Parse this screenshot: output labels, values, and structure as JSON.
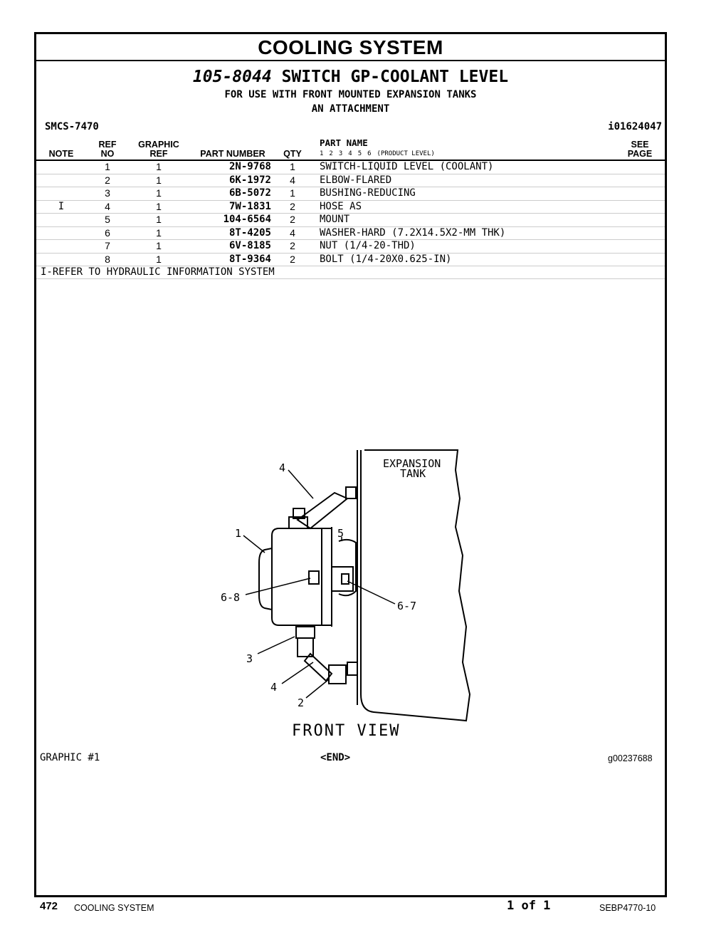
{
  "page_title": "COOLING SYSTEM",
  "group": {
    "number": "105-8044",
    "name": "SWITCH GP-COOLANT LEVEL",
    "subtitle1": "FOR USE WITH FRONT MOUNTED EXPANSION TANKS",
    "subtitle2": "AN ATTACHMENT"
  },
  "smcs": "SMCS-7470",
  "illustration_id": "i01624047",
  "table": {
    "headers": {
      "note": "NOTE",
      "ref_top": "REF",
      "ref_bottom": "NO",
      "graphic_top": "GRAPHIC",
      "graphic_bottom": "REF",
      "part_number": "PART NUMBER",
      "qty": "QTY",
      "part_name": "PART NAME",
      "product_levels": [
        "1",
        "2",
        "3",
        "4",
        "5",
        "6"
      ],
      "product_level_label": "(PRODUCT LEVEL)",
      "see_top": "SEE",
      "see_bottom": "PAGE"
    },
    "rows": [
      {
        "note": "",
        "ref": "1",
        "graphic": "1",
        "part_number": "2N-9768",
        "qty": "1",
        "name": "SWITCH-LIQUID LEVEL (COOLANT)"
      },
      {
        "note": "",
        "ref": "2",
        "graphic": "1",
        "part_number": "6K-1972",
        "qty": "4",
        "name": "ELBOW-FLARED"
      },
      {
        "note": "",
        "ref": "3",
        "graphic": "1",
        "part_number": "6B-5072",
        "qty": "1",
        "name": "BUSHING-REDUCING"
      },
      {
        "note": "I",
        "ref": "4",
        "graphic": "1",
        "part_number": "7W-1831",
        "qty": "2",
        "name": "HOSE AS"
      },
      {
        "note": "",
        "ref": "5",
        "graphic": "1",
        "part_number": "104-6564",
        "qty": "2",
        "name": "MOUNT"
      },
      {
        "note": "",
        "ref": "6",
        "graphic": "1",
        "part_number": "8T-4205",
        "qty": "4",
        "name": "WASHER-HARD (7.2X14.5X2-MM THK)"
      },
      {
        "note": "",
        "ref": "7",
        "graphic": "1",
        "part_number": "6V-8185",
        "qty": "2",
        "name": "NUT (1/4-20-THD)"
      },
      {
        "note": "",
        "ref": "8",
        "graphic": "1",
        "part_number": "8T-9364",
        "qty": "2",
        "name": "BOLT (1/4-20X0.625-IN)"
      }
    ],
    "note_text": "I-REFER TO HYDRAULIC INFORMATION SYSTEM"
  },
  "diagram": {
    "tank_label_line1": "EXPANSION",
    "tank_label_line2": "TANK",
    "callouts": [
      "4",
      "1",
      "5",
      "6-8",
      "6-7",
      "3",
      "4",
      "2"
    ],
    "view_label": "FRONT VIEW"
  },
  "graphic_label": "GRAPHIC #1",
  "end_marker": "<END>",
  "graphic_id": "g00237688",
  "footer": {
    "page_number": "472",
    "section": "COOLING SYSTEM",
    "page_of": "1 of 1",
    "doc_id": "SEBP4770-10"
  }
}
